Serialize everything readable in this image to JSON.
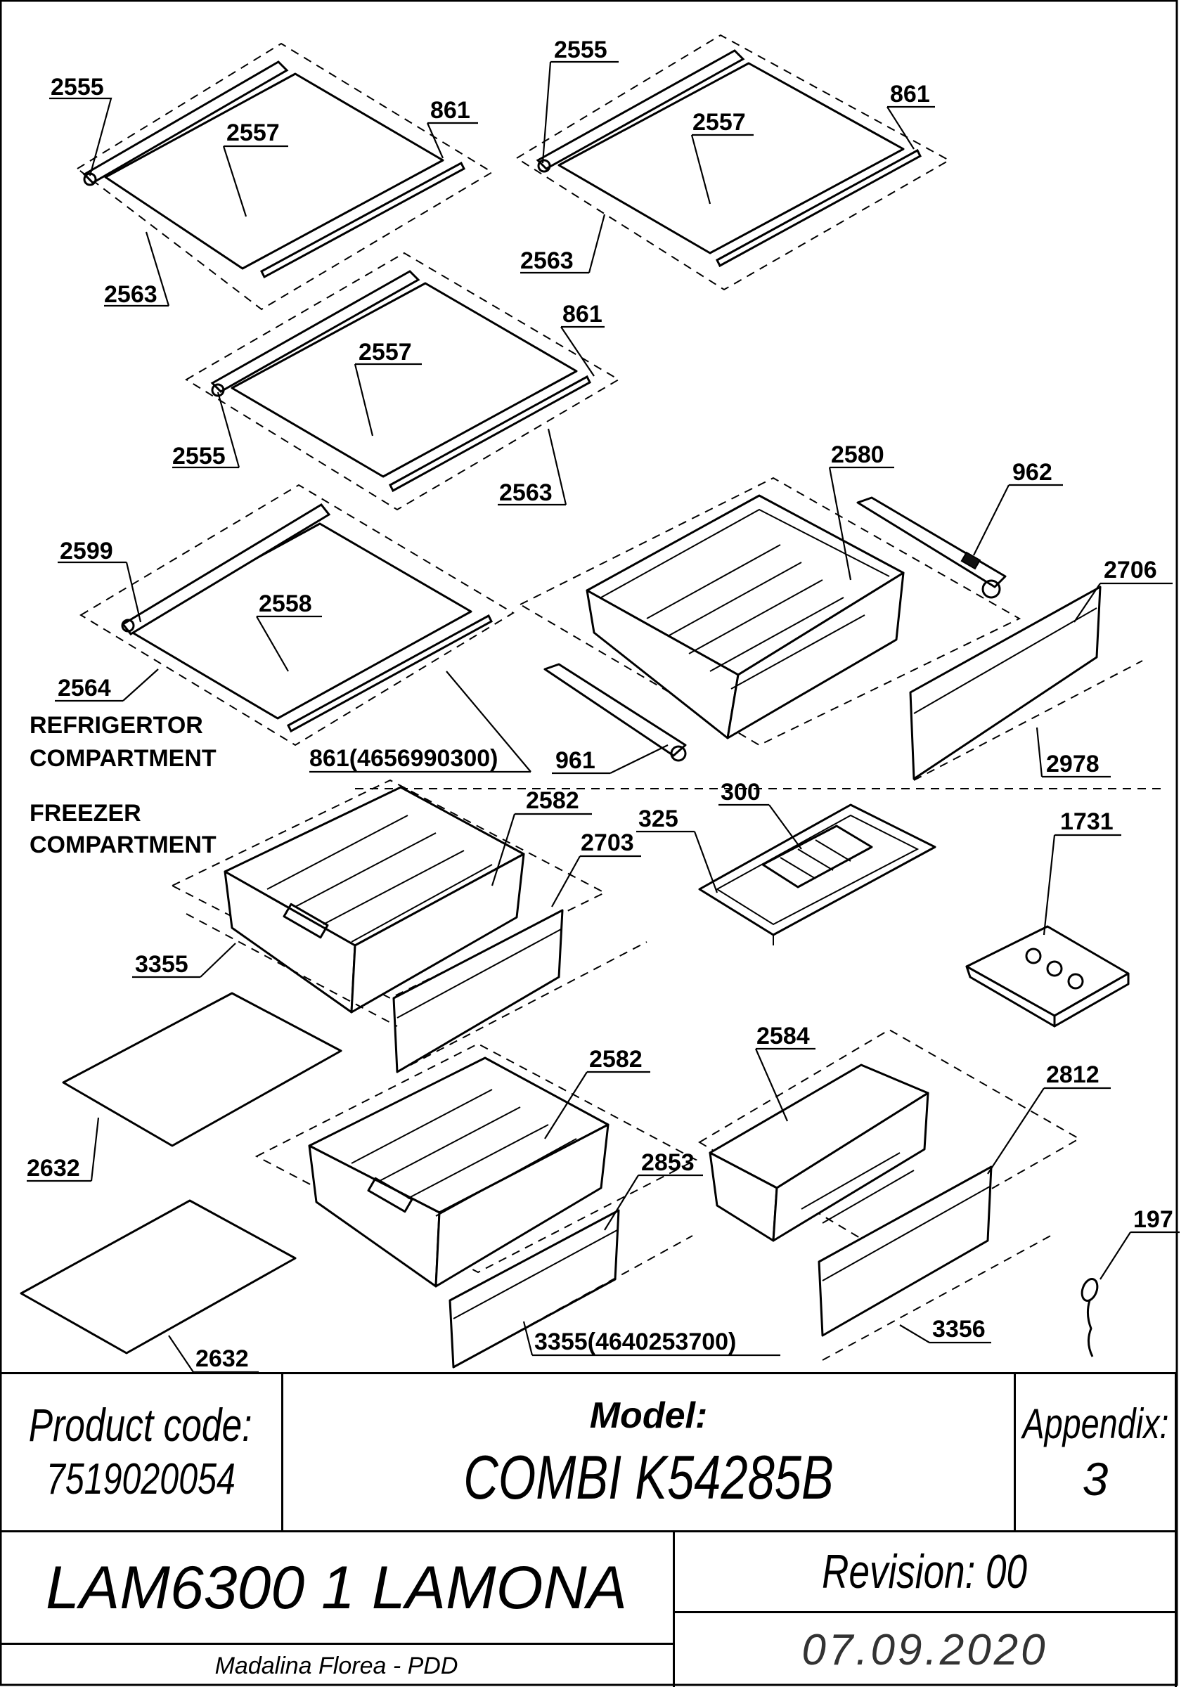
{
  "labels": {
    "l2555_a": "2555",
    "l2557_a": "2557",
    "l861_a": "861",
    "l2563_a": "2563",
    "l2555_b": "2555",
    "l2557_b": "2557",
    "l861_b": "861",
    "l2563_b": "2563",
    "l2557_c": "2557",
    "l861_c": "861",
    "l2555_c": "2555",
    "l2563_c": "2563",
    "l2599": "2599",
    "l2558": "2558",
    "l2564": "2564",
    "l861_d": "861(4656990300)",
    "l2580": "2580",
    "l962": "962",
    "l2706": "2706",
    "l961": "961",
    "l2978": "2978",
    "l2582_a": "2582",
    "l2703": "2703",
    "l3355_a": "3355",
    "l325": "325",
    "l300": "300",
    "l1731": "1731",
    "l2632_a": "2632",
    "l2632_b": "2632",
    "l2582_b": "2582",
    "l2853": "2853",
    "l3355_b": "3355(4640253700)",
    "l2584": "2584",
    "l2812": "2812",
    "l3356": "3356",
    "l197": "197"
  },
  "sections": {
    "refrigerator_line1": "REFRIGERTOR",
    "refrigerator_line2": "COMPARTMENT",
    "freezer_line1": "FREEZER",
    "freezer_line2": "COMPARTMENT"
  },
  "title_block": {
    "product_code_label": "Product code:",
    "product_code": "7519020054",
    "model_label": "Model:",
    "model": "COMBI K54285B",
    "appendix_label": "Appendix:",
    "appendix": "3",
    "brand": "LAM6300 1 LAMONA",
    "revision": "Revision: 00",
    "author": "Madalina Florea - PDD",
    "date": "07.09.2020"
  }
}
